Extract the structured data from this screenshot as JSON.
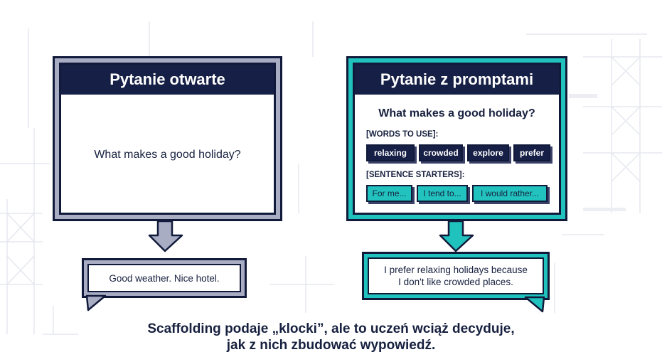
{
  "left_panel": {
    "title": "Pytanie otwarte",
    "question": "What makes a good holiday?",
    "answer": "Good weather. Nice hotel."
  },
  "right_panel": {
    "title": "Pytanie z promptami",
    "question": "What makes a good holiday?",
    "words_label": "[WORDS TO USE]:",
    "words": [
      "relaxing",
      "crowded",
      "explore",
      "prefer"
    ],
    "starters_label": "[SENTENCE STARTERS]:",
    "starters": [
      "For me...",
      "I tend to...",
      "I would rather..."
    ],
    "answer_line1": "I prefer relaxing holidays because",
    "answer_line2": "I don't like crowded places."
  },
  "caption": {
    "line1": "Scaffolding podaje „klocki”, ale to uczeń wciąż decyduje,",
    "line2": "jak z nich zbudować wypowiedź."
  },
  "colors": {
    "navy": "#161f45",
    "teal": "#20c2bd",
    "grey": "#a8adc4"
  }
}
